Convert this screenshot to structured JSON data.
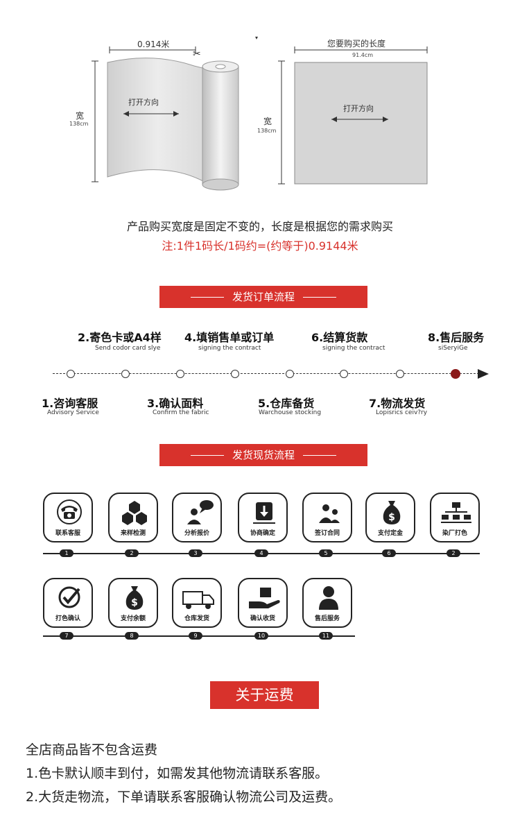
{
  "diagram": {
    "width_label": "0.914米",
    "width_label_right": "您要购买的长度",
    "width_sub_right": "91.4cm",
    "height_label": "宽",
    "height_value": "138cm",
    "direction_label": "打开方向"
  },
  "desc": {
    "line1": "产品购买宽度是固定不变的，长度是根据您的需求购买",
    "line2": "注:1件1码长/1码约=(约等于)0.9144米"
  },
  "section1": {
    "title": "发货订单流程"
  },
  "timeline": {
    "top_steps": [
      {
        "title": "2.寄色卡或A4样",
        "sub": "Send codor card slye"
      },
      {
        "title": "4.填销售单或订单",
        "sub": "signing the contract"
      },
      {
        "title": "6.结算货款",
        "sub": "signing the contract"
      },
      {
        "title": "8.售后服务",
        "sub": "siSeryiGe"
      }
    ],
    "bottom_steps": [
      {
        "title": "1.咨询客服",
        "sub": "Advisory Service"
      },
      {
        "title": "3.确认面料",
        "sub": "Confirm the fabric"
      },
      {
        "title": "5.仓库备货",
        "sub": "Warchouse stocking"
      },
      {
        "title": "7.物流发货",
        "sub": "Lopisrics ceiv?ry"
      }
    ]
  },
  "section2": {
    "title": "发货现货流程"
  },
  "process_row1": [
    {
      "label": "联系客服",
      "num": "1",
      "icon": "phone-icon"
    },
    {
      "label": "来样检测",
      "num": "2",
      "icon": "hexagon-icon"
    },
    {
      "label": "分析报价",
      "num": "3",
      "icon": "chat-person-icon"
    },
    {
      "label": "协商确定",
      "num": "4",
      "icon": "download-box-icon"
    },
    {
      "label": "签订合同",
      "num": "5",
      "icon": "people-icon"
    },
    {
      "label": "支付定金",
      "num": "6",
      "icon": "money-bag-icon"
    },
    {
      "label": "染厂打色",
      "num": "2",
      "icon": "org-chart-icon"
    }
  ],
  "process_row2": [
    {
      "label": "打色确认",
      "num": "7",
      "icon": "check-icon"
    },
    {
      "label": "支付余额",
      "num": "8",
      "icon": "money-bag-icon"
    },
    {
      "label": "仓库发货",
      "num": "9",
      "icon": "truck-icon"
    },
    {
      "label": "确认收货",
      "num": "10",
      "icon": "hand-box-icon"
    },
    {
      "label": "售后服务",
      "num": "11",
      "icon": "person-icon"
    }
  ],
  "shipping": {
    "title": "关于运费",
    "lines": [
      "全店商品皆不包含运费",
      "1.色卡默认顺丰到付，如需发其他物流请联系客服。",
      "2.大货走物流，下单请联系客服确认物流公司及运费。"
    ]
  }
}
